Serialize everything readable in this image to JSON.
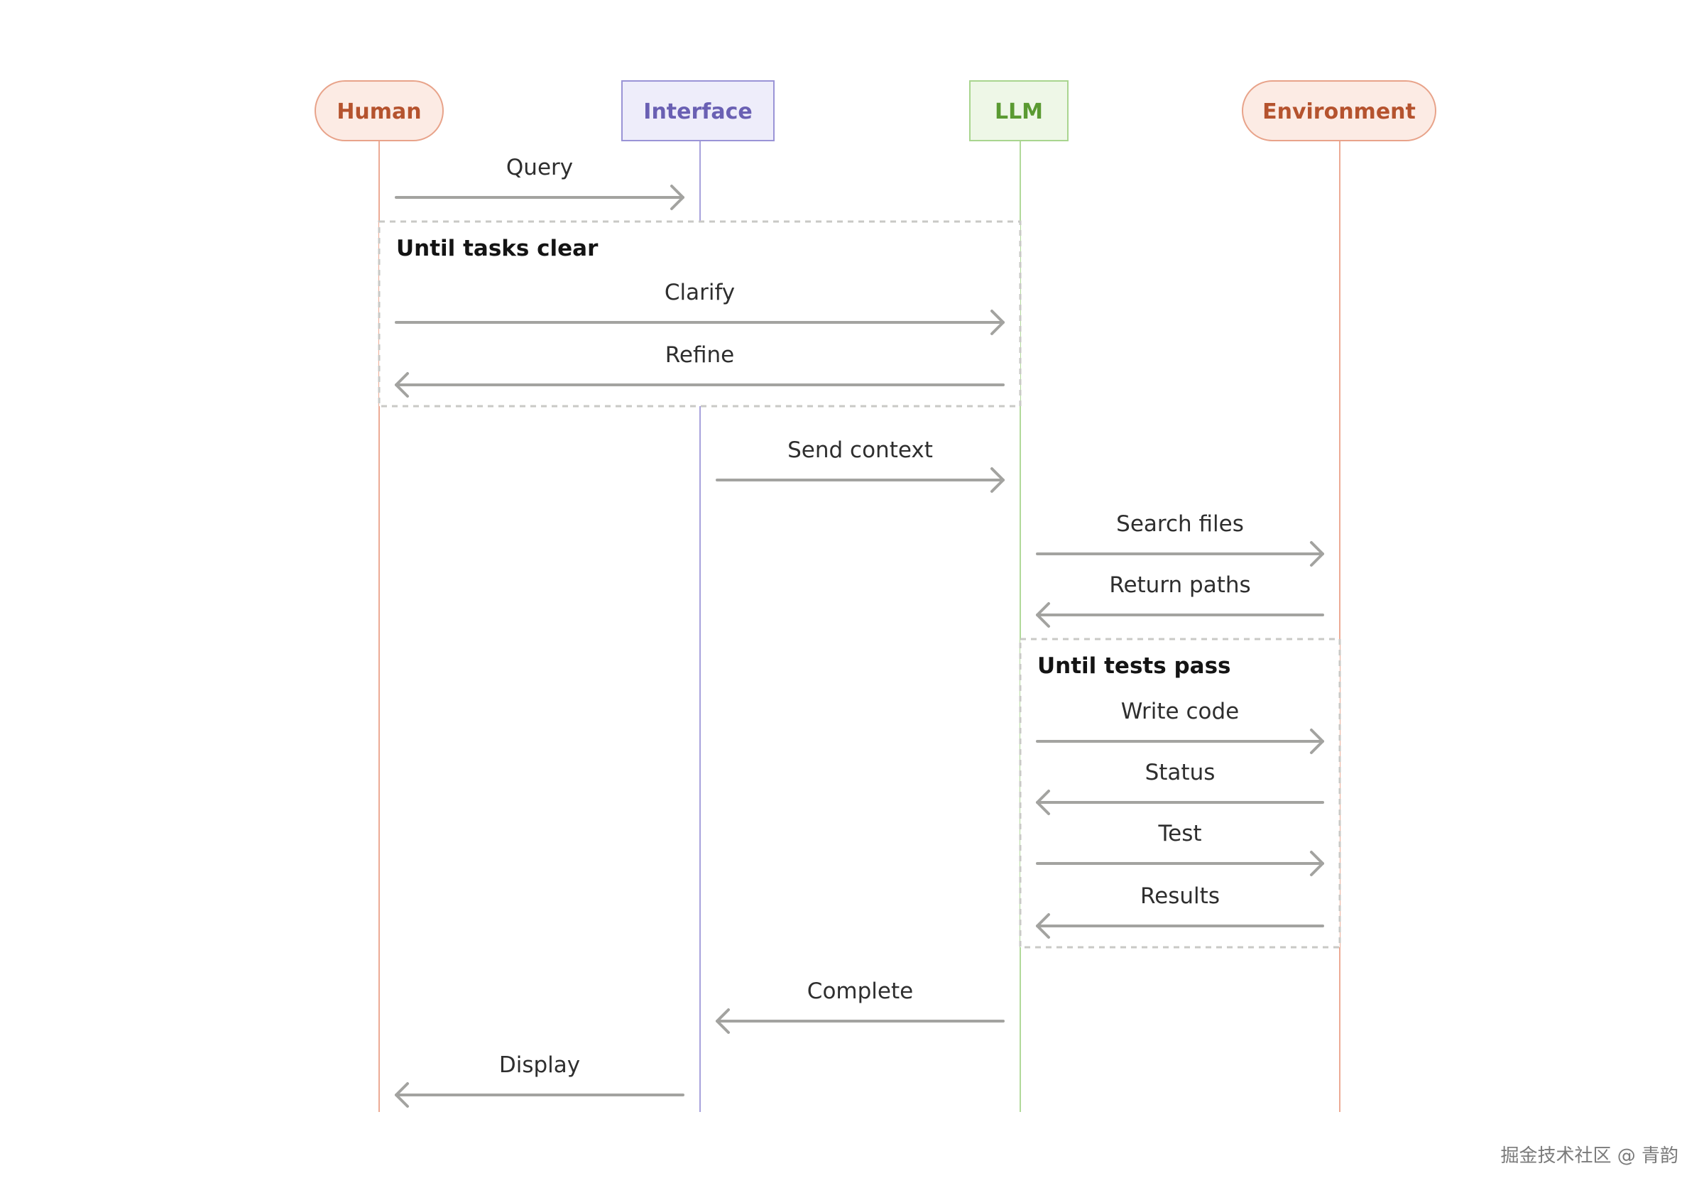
{
  "actors": [
    {
      "id": "human",
      "label": "Human",
      "shape": "pill",
      "text_color": "#b5532e",
      "fill": "#fcebe4",
      "stroke": "#e8a38a",
      "line_color": "#ecab95"
    },
    {
      "id": "interface",
      "label": "Interface",
      "shape": "rect",
      "text_color": "#6a60b3",
      "fill": "#eeedfa",
      "stroke": "#9a94d6",
      "line_color": "#a7a2dc"
    },
    {
      "id": "llm",
      "label": "LLM",
      "shape": "rect",
      "text_color": "#5a9a32",
      "fill": "#eef7e7",
      "stroke": "#a9d58f",
      "line_color": "#b1d99a"
    },
    {
      "id": "environment",
      "label": "Environment",
      "shape": "pill",
      "text_color": "#b5532e",
      "fill": "#fcebe4",
      "stroke": "#e8a38a",
      "line_color": "#ecab95"
    }
  ],
  "messages": [
    {
      "label": "Query",
      "from": "human",
      "to": "interface"
    },
    {
      "label": "Clarify",
      "from": "human",
      "to": "llm"
    },
    {
      "label": "Refine",
      "from": "llm",
      "to": "human"
    },
    {
      "label": "Send context",
      "from": "interface",
      "to": "llm"
    },
    {
      "label": "Search files",
      "from": "llm",
      "to": "environment"
    },
    {
      "label": "Return paths",
      "from": "environment",
      "to": "llm"
    },
    {
      "label": "Write code",
      "from": "llm",
      "to": "environment"
    },
    {
      "label": "Status",
      "from": "environment",
      "to": "llm"
    },
    {
      "label": "Test",
      "from": "llm",
      "to": "environment"
    },
    {
      "label": "Results",
      "from": "environment",
      "to": "llm"
    },
    {
      "label": "Complete",
      "from": "llm",
      "to": "interface"
    },
    {
      "label": "Display",
      "from": "interface",
      "to": "human"
    }
  ],
  "loops": [
    {
      "label": "Until tasks clear",
      "from": "human",
      "to": "llm",
      "messages": [
        "Clarify",
        "Refine"
      ]
    },
    {
      "label": "Until tests pass",
      "from": "llm",
      "to": "environment",
      "messages": [
        "Write code",
        "Status",
        "Test",
        "Results"
      ]
    }
  ],
  "style": {
    "arrow_color": "#a3a3a0",
    "loop_border_color": "#c9c9c6"
  },
  "watermark": "掘金技术社区 @ 青韵"
}
